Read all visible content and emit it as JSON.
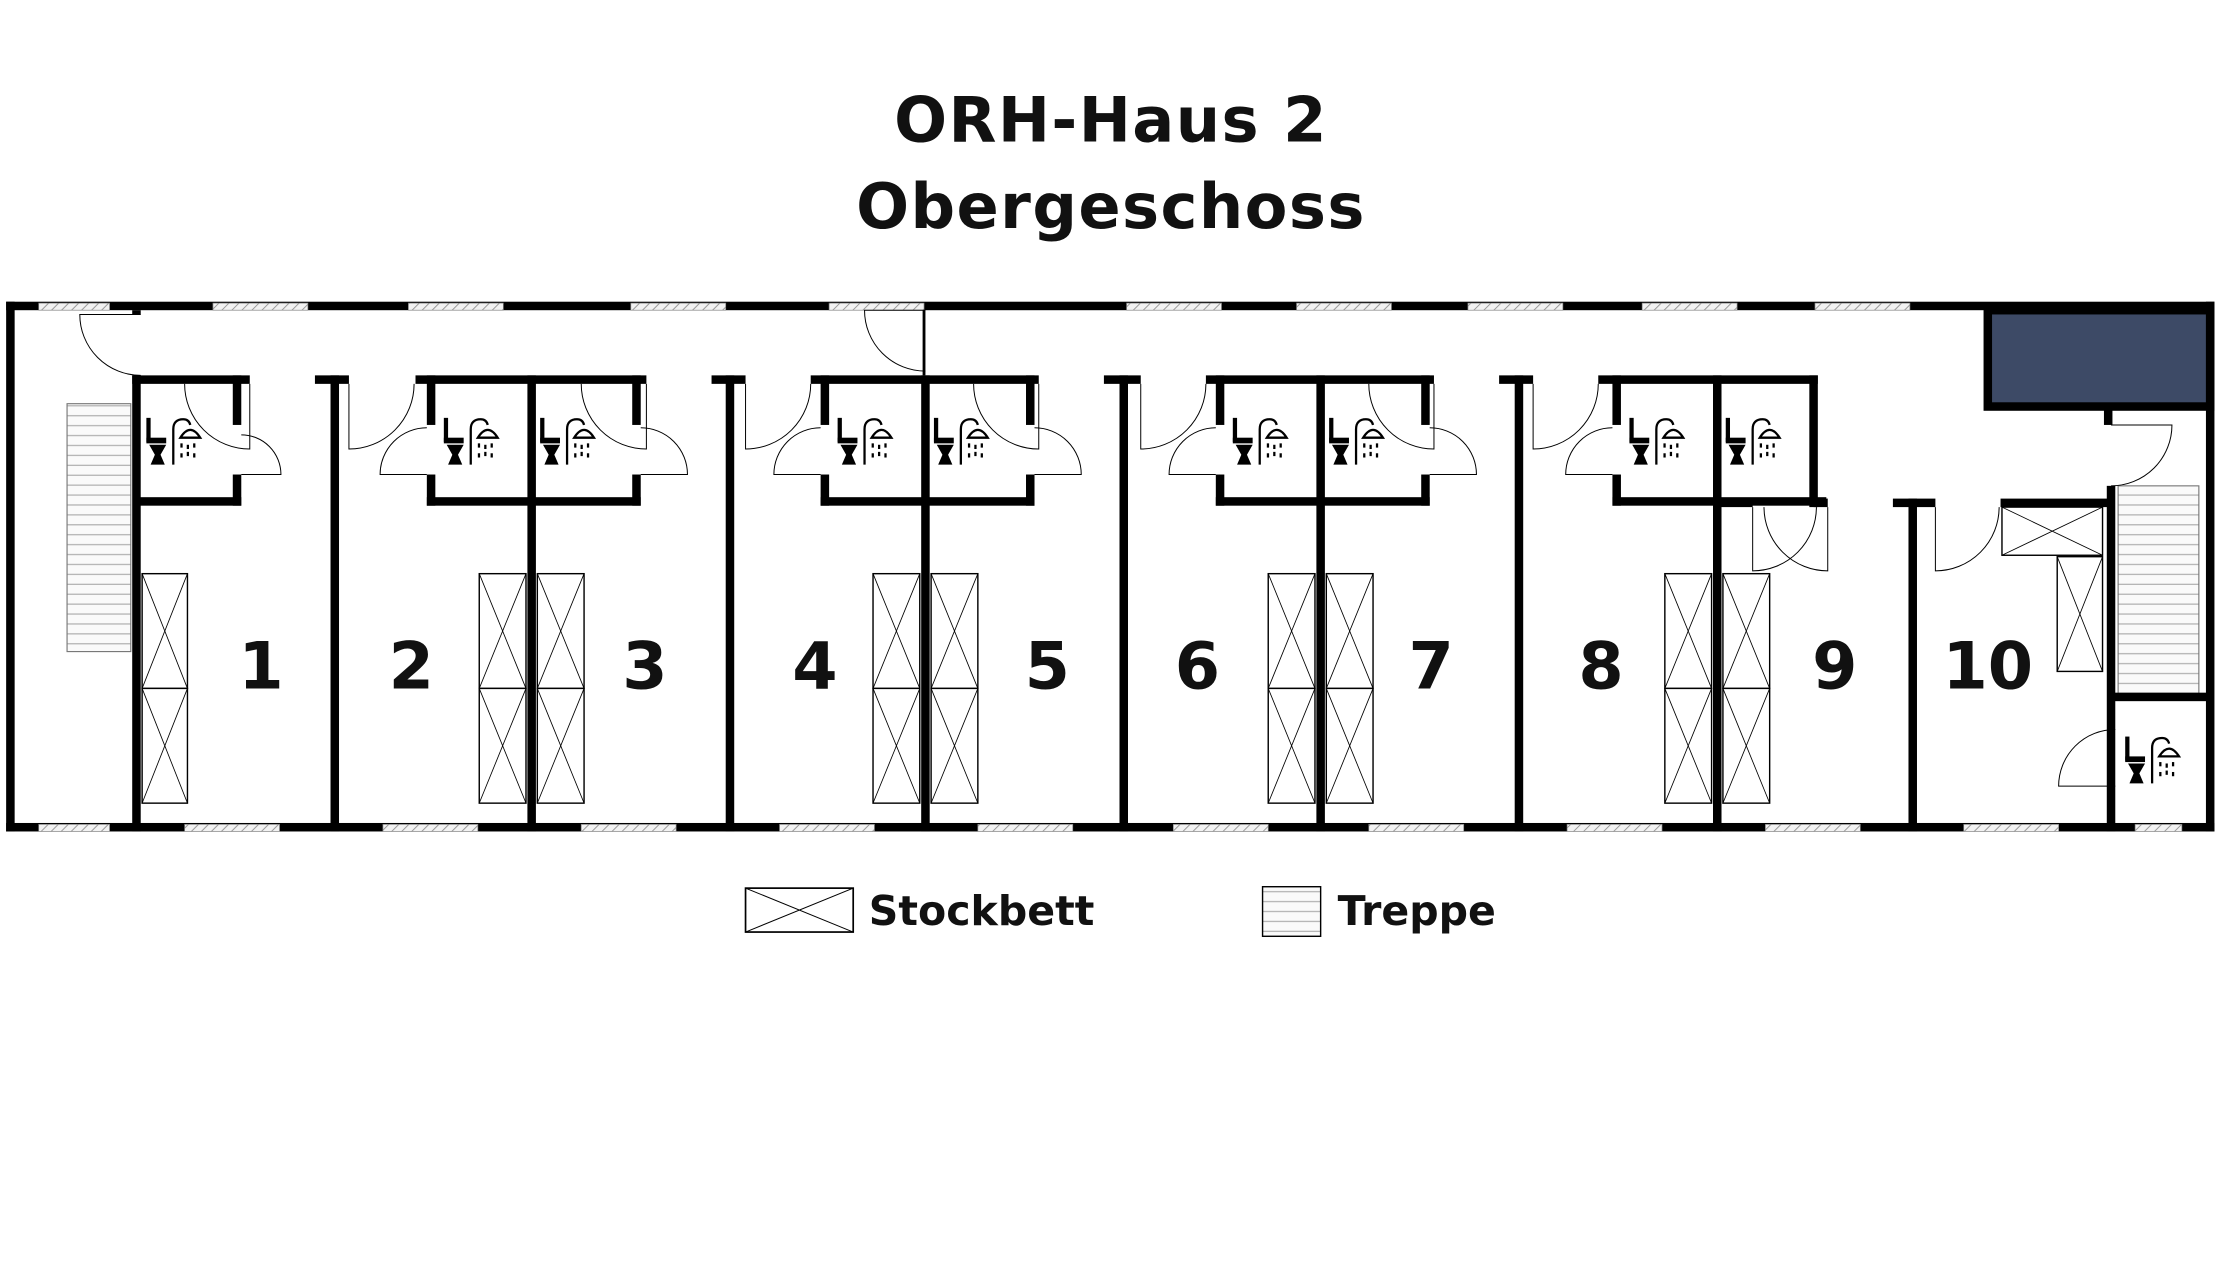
{
  "title": {
    "line1": "ORH-Haus 2",
    "line2": "Obergeschoss"
  },
  "rooms": [
    "1",
    "2",
    "3",
    "4",
    "5",
    "6",
    "7",
    "8",
    "9",
    "10"
  ],
  "legend": {
    "bunk_bed": "Stockbett",
    "stairs": "Treppe"
  },
  "icons": {
    "bath": "toilet-shower-icon",
    "bunk": "bunk-bed-symbol",
    "stairs": "stairs-symbol"
  },
  "colors": {
    "wall": "#000000",
    "highlight_room": "#3d4a66",
    "window_hatch": "#9a9a9a"
  }
}
